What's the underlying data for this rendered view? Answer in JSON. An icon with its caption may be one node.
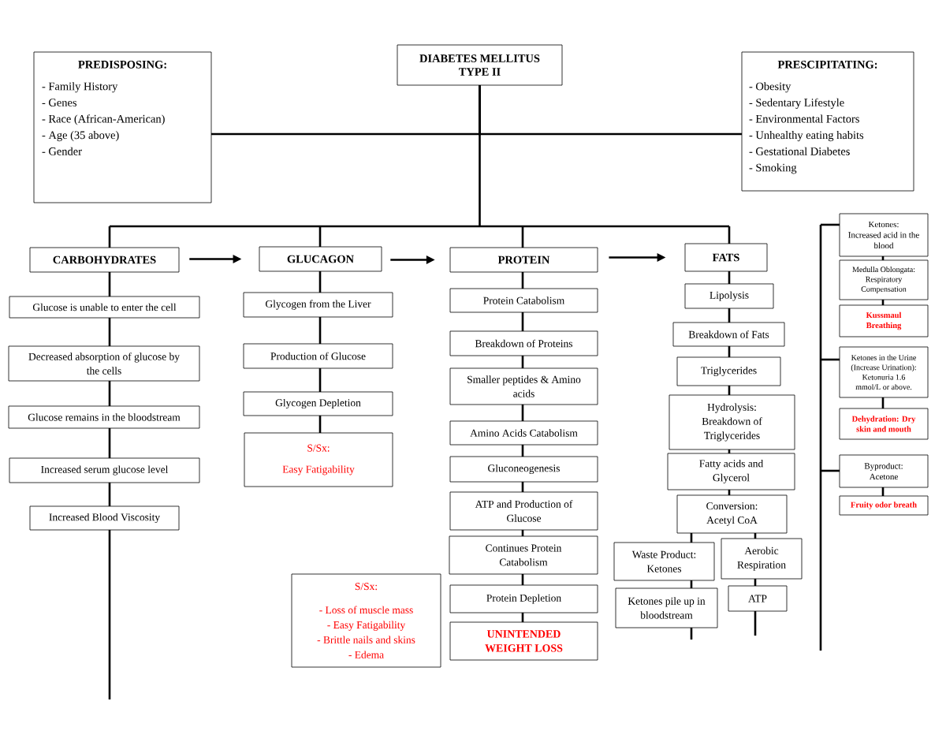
{
  "diagram": {
    "nodes": [
      {
        "text": [
          "DIABETES MELLITUS TYPE II"
        ]
      },
      {
        "text": [
          "PREDISPOSING:",
          "- Family History",
          "- Genes",
          "- Race (African-American)",
          "- Age (35 above)",
          "- Gender"
        ]
      },
      {
        "text": [
          "PRESCIPITATING:",
          "- Obesity",
          "- Sedentary Lifestyle",
          "- Environmental Factors",
          "- Unhealthy eating habits",
          "- Gestational Diabetes",
          "- Smoking"
        ]
      },
      {
        "text": [
          "CARBOHYDRATES"
        ]
      },
      {
        "text": [
          "GLUCAGON"
        ]
      },
      {
        "text": [
          "PROTEIN"
        ]
      },
      {
        "text": [
          "FATS"
        ]
      },
      {
        "text": [
          "Glucose is unable to enter the cell"
        ]
      },
      {
        "text": [
          "Decreased absorption of glucose by the cells"
        ]
      },
      {
        "text": [
          "Glucose remains in the bloodstream"
        ]
      },
      {
        "text": [
          "Increased serum glucose level"
        ]
      },
      {
        "text": [
          "Increased Blood Viscosity"
        ]
      },
      {
        "text": [
          "Glycogen from the Liver"
        ]
      },
      {
        "text": [
          "Production of Glucose"
        ]
      },
      {
        "text": [
          "Glycogen Depletion"
        ]
      },
      {
        "text": [
          "S/Sx:",
          "Easy Fatigability"
        ]
      },
      {
        "text": [
          "Protein Catabolism"
        ]
      },
      {
        "text": [
          "Breakdown of Proteins"
        ]
      },
      {
        "text": [
          "Smaller peptides & Amino acids"
        ]
      },
      {
        "text": [
          "Amino Acids Catabolism"
        ]
      },
      {
        "text": [
          "Gluconeogenesis"
        ]
      },
      {
        "text": [
          "ATP and Production of Glucose"
        ]
      },
      {
        "text": [
          "Continues Protein Catabolism"
        ]
      },
      {
        "text": [
          "Protein Depletion"
        ]
      },
      {
        "text": [
          "UNINTENDED WEIGHT LOSS"
        ]
      },
      {
        "text": [
          "S/Sx:",
          "- Loss of muscle mass",
          "- Easy Fatigability",
          "- Brittle nails and skins",
          "- Edema"
        ]
      },
      {
        "text": [
          "Lipolysis"
        ]
      },
      {
        "text": [
          "Breakdown of Fats"
        ]
      },
      {
        "text": [
          "Triglycerides"
        ]
      },
      {
        "text": [
          "Hydrolysis:",
          "Breakdown of Triglycerides"
        ]
      },
      {
        "text": [
          "Fatty acids and Glycerol"
        ]
      },
      {
        "text": [
          "Conversion:",
          "Acetyl CoA"
        ]
      },
      {
        "text": [
          "Waste Product:",
          "Ketones"
        ]
      },
      {
        "text": [
          "Aerobic Respiration"
        ]
      },
      {
        "text": [
          "Ketones pile up in bloodstream"
        ]
      },
      {
        "text": [
          "ATP"
        ]
      },
      {
        "text": [
          "Ketones:",
          "Increased acid in the blood"
        ]
      },
      {
        "text": [
          "Medulla Oblongata:",
          "Respiratory Compensation"
        ]
      },
      {
        "text": [
          "Kussmaul Breathing"
        ]
      },
      {
        "text": [
          "Ketones in the Urine (Increase Urination):",
          "Ketonuria 1.6 mmol/L or above."
        ]
      },
      {
        "text": [
          "Dehydration: Dry skin and mouth"
        ]
      },
      {
        "text": [
          "Byproduct:",
          "Acetone"
        ]
      },
      {
        "text": [
          "Fruity odor breath"
        ]
      }
    ],
    "edges": [
      {
        "from": 0,
        "to": 1,
        "arrow": "none"
      },
      {
        "from": 0,
        "to": 2,
        "arrow": "none"
      },
      {
        "from": 0,
        "to": 3,
        "arrow": "none"
      },
      {
        "from": 0,
        "to": 4,
        "arrow": "none"
      },
      {
        "from": 0,
        "to": 5,
        "arrow": "none"
      },
      {
        "from": 0,
        "to": 6,
        "arrow": "none"
      },
      {
        "from": 3,
        "to": 4,
        "arrow": "to"
      },
      {
        "from": 4,
        "to": 5,
        "arrow": "to"
      },
      {
        "from": 5,
        "to": 6,
        "arrow": "to"
      },
      {
        "from": 3,
        "to": 7,
        "arrow": "none"
      },
      {
        "from": 7,
        "to": 8,
        "arrow": "none"
      },
      {
        "from": 8,
        "to": 9,
        "arrow": "none"
      },
      {
        "from": 9,
        "to": 10,
        "arrow": "none"
      },
      {
        "from": 10,
        "to": 11,
        "arrow": "none"
      },
      {
        "from": 11,
        "to": null,
        "arrow": "none"
      },
      {
        "from": 4,
        "to": 12,
        "arrow": "none"
      },
      {
        "from": 12,
        "to": 13,
        "arrow": "none"
      },
      {
        "from": 13,
        "to": 14,
        "arrow": "none"
      },
      {
        "from": 14,
        "to": 15,
        "arrow": "none"
      },
      {
        "from": 5,
        "to": 16,
        "arrow": "none"
      },
      {
        "from": 16,
        "to": 17,
        "arrow": "none"
      },
      {
        "from": 17,
        "to": 18,
        "arrow": "none"
      },
      {
        "from": 18,
        "to": 19,
        "arrow": "none"
      },
      {
        "from": 19,
        "to": 20,
        "arrow": "none"
      },
      {
        "from": 20,
        "to": 21,
        "arrow": "none"
      },
      {
        "from": 21,
        "to": 22,
        "arrow": "none"
      },
      {
        "from": 22,
        "to": 23,
        "arrow": "none"
      },
      {
        "from": 23,
        "to": 24,
        "arrow": "none"
      },
      {
        "from": 6,
        "to": 26,
        "arrow": "none"
      },
      {
        "from": 26,
        "to": 27,
        "arrow": "none"
      },
      {
        "from": 27,
        "to": 28,
        "arrow": "none"
      },
      {
        "from": 28,
        "to": 29,
        "arrow": "none"
      },
      {
        "from": 29,
        "to": 30,
        "arrow": "none"
      },
      {
        "from": 30,
        "to": 31,
        "arrow": "none"
      },
      {
        "from": 31,
        "to": 32,
        "arrow": "none"
      },
      {
        "from": 31,
        "to": 33,
        "arrow": "none"
      },
      {
        "from": 32,
        "to": 34,
        "arrow": "none"
      },
      {
        "from": 33,
        "to": 35,
        "arrow": "none"
      },
      {
        "from": 34,
        "to": null,
        "arrow": "none"
      },
      {
        "from": 35,
        "to": null,
        "arrow": "none"
      },
      {
        "from": null,
        "to": 36,
        "arrow": "none"
      },
      {
        "from": 36,
        "to": 37,
        "arrow": "none"
      },
      {
        "from": 37,
        "to": 38,
        "arrow": "none"
      },
      {
        "from": null,
        "to": 39,
        "arrow": "none"
      },
      {
        "from": 39,
        "to": 40,
        "arrow": "none"
      },
      {
        "from": null,
        "to": 41,
        "arrow": "none"
      },
      {
        "from": 41,
        "to": 42,
        "arrow": "none"
      }
    ]
  }
}
